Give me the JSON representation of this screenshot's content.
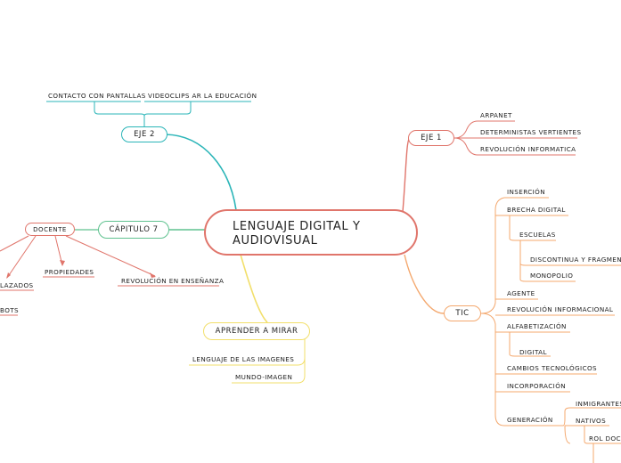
{
  "central": {
    "line1": "LENGUAJE DIGITAL Y",
    "line2": "AUDIOVISUAL"
  },
  "eje2": {
    "label": "EJE 2",
    "items": [
      "CONTACTO CON PANTALLAS",
      "VIDEOCLIPS AR LA EDUCACIÓN"
    ]
  },
  "eje1": {
    "label": "EJE 1",
    "items": [
      "ARPANET",
      "DETERMINISTAS VERTIENTES",
      "REVOLUCIÓN INFORMATICA"
    ]
  },
  "capitulo7": {
    "label": "CÁPITULO 7",
    "docente": "DOCENTE",
    "items": [
      "PROPIEDADES",
      "REVOLUCIÓN EN ENSEÑANZA",
      "LAZADOS",
      "BOTS"
    ]
  },
  "aprender": {
    "label": "APRENDER A MIRAR",
    "items": [
      "LENGUAJE DE LAS IMAGENES",
      "MUNDO-IMAGEN"
    ]
  },
  "tic": {
    "label": "TIC",
    "insercion": "INSERCIÓN",
    "brecha": "BRECHA DIGITAL",
    "escuelas": "ESCUELAS",
    "discontinua": "DISCONTINUA Y FRAGMENTADA",
    "monopolio": "MONOPOLIO",
    "agente": "AGENTE",
    "revolucion": "REVOLUCIÓN INFORMACIONAL",
    "alfabetizacion": "ALFABETIZACIÓN",
    "digital": "DIGITAL",
    "cambios": "CAMBIOS TECNOLÓGICOS",
    "incorporacion": "INCORPORACIÓN",
    "generacion": "GENERACIÓN",
    "inmigrantes": "INMIGRANTES",
    "nativos": "NATIVOS",
    "rol": "ROL DOCENTE"
  },
  "colors": {
    "eje2": "#2bb5b8",
    "eje1": "#e0756b",
    "capitulo7": "#5fc28f",
    "docente": "#e0756b",
    "aprender": "#f2df6b",
    "tic": "#f4a86e",
    "central": "#e0756b"
  }
}
